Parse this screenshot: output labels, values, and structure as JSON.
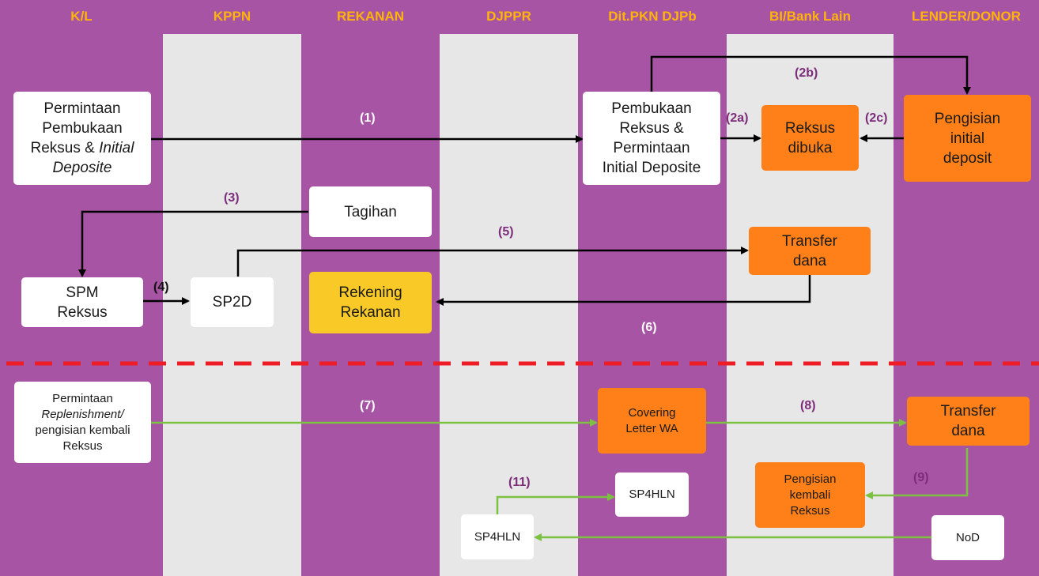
{
  "lanes": [
    "K/L",
    "KPPN",
    "REKANAN",
    "DJPPR",
    "Dit.PKN DJPb",
    "BI/Bank Lain",
    "LENDER/DONOR"
  ],
  "boxes": {
    "permintaan_pembukaan": {
      "line1": "Permintaan",
      "line2": "Pembukaan",
      "line3a": "Reksus & ",
      "line3b": "Initial",
      "line4": "Deposite"
    },
    "pembukaan_reksus": {
      "line1": "Pembukaan",
      "line2": "Reksus &",
      "line3": "Permintaan",
      "line4": "Initial Deposite"
    },
    "reksus_dibuka": {
      "line1": "Reksus",
      "line2": "dibuka"
    },
    "pengisian_initial": {
      "line1": "Pengisian",
      "line2": "initial",
      "line3": "deposit"
    },
    "tagihan": "Tagihan",
    "spm_reksus": {
      "line1": "SPM",
      "line2": "Reksus"
    },
    "sp2d": "SP2D",
    "rekening_rekanan": {
      "line1": "Rekening",
      "line2": "Rekanan"
    },
    "transfer_dana_top": {
      "line1": "Transfer",
      "line2": "dana"
    },
    "permintaan_replenishment": {
      "line1": "Permintaan",
      "line2": "Replenishment",
      "line2_suffix": "/",
      "line3": "pengisian kembali",
      "line4": "Reksus"
    },
    "covering_letter": {
      "line1": "Covering",
      "line2": "Letter WA"
    },
    "transfer_dana_bottom": {
      "line1": "Transfer",
      "line2": "dana"
    },
    "pengisian_kembali": {
      "line1": "Pengisian",
      "line2": "kembali",
      "line3": "Reksus"
    },
    "sp4hln_dit": "SP4HLN",
    "sp4hln_djppr": "SP4HLN",
    "nod": "NoD"
  },
  "steps": {
    "s1": "(1)",
    "s2a": "(2a)",
    "s2b": "(2b)",
    "s2c": "(2c)",
    "s3": "(3)",
    "s4": "(4)",
    "s5": "(5)",
    "s6": "(6)",
    "s7": "(7)",
    "s8": "(8)",
    "s9": "(9)",
    "s11": "(11)"
  },
  "colors": {
    "lane_purple": "#a654a3",
    "lane_gray": "#e7e7e7",
    "header_text": "#ffb40a",
    "orange_box": "#ff8019",
    "yellow_box": "#f8c927",
    "arrow_black": "#000000",
    "arrow_green": "#7dc142",
    "divider_red": "#ee1c25"
  }
}
